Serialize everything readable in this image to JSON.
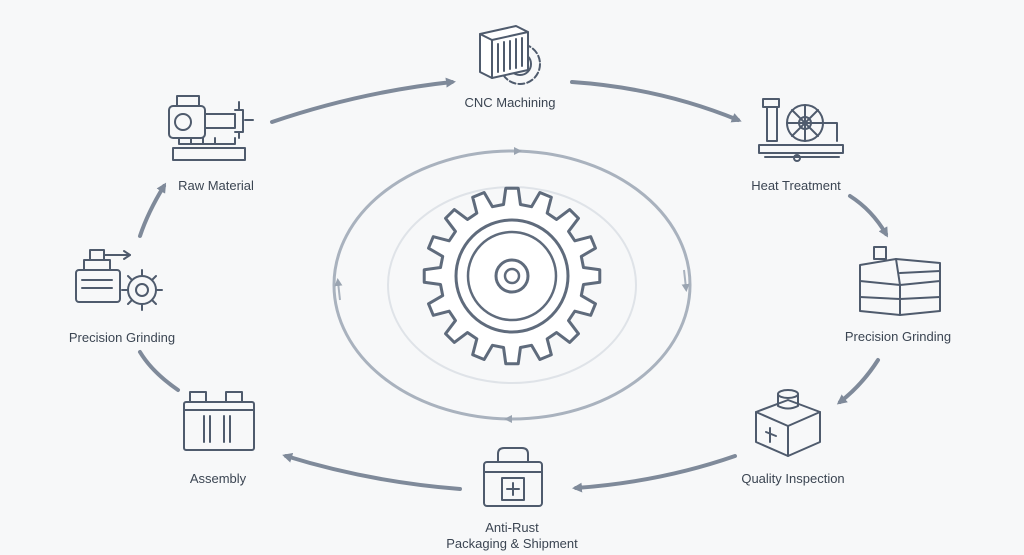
{
  "steps": [
    {
      "label": "CNC Machining",
      "icon": "cnc-machine-icon"
    },
    {
      "label": "Heat Treatment",
      "icon": "heat-treatment-furnace-icon"
    },
    {
      "label": "Precision Grinding",
      "icon": "boxes-icon"
    },
    {
      "label": "Quality Inspection",
      "icon": "inspection-box-icon"
    },
    {
      "label_line1": "Anti-Rust",
      "label_line2": "Packaging & Shipment",
      "icon": "toolbox-icon"
    },
    {
      "label": "Assembly",
      "icon": "battery-assembly-icon"
    },
    {
      "label": "Precision Grinding",
      "icon": "grinder-gear-icon"
    },
    {
      "label": "Raw Material",
      "icon": "raw-material-machine-icon"
    }
  ],
  "center": {
    "icon": "central-gear-icon"
  },
  "colors": {
    "stroke": "#4f5b6d",
    "arrow": "#7f8a9a",
    "ring": "#a9b2be",
    "background": "#f7f8f9"
  }
}
